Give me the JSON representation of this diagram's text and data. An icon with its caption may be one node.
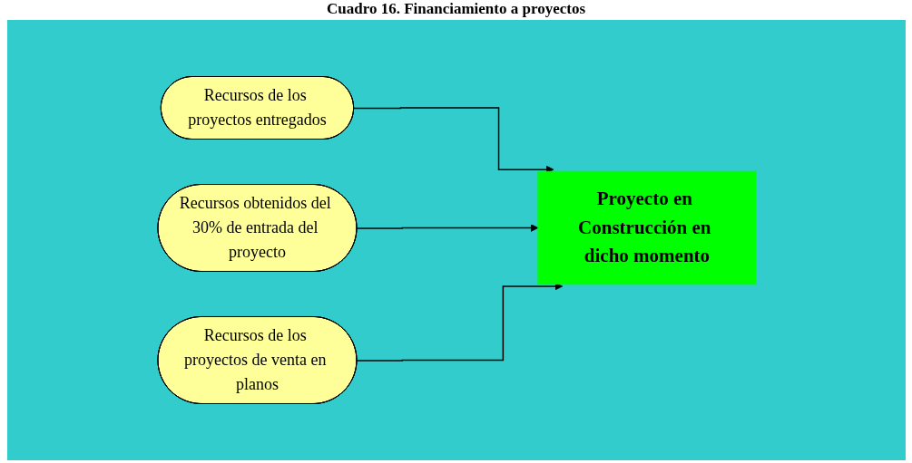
{
  "diagram": {
    "title": "Cuadro 16. Financiamiento a proyectos",
    "nodes": [
      {
        "text": [
          "Recursos de los proyectos entregados"
        ]
      },
      {
        "text": [
          "Recursos obtenidos del 30% de entrada del proyecto"
        ]
      },
      {
        "text": [
          "Recursos de los proyectos de venta en planos"
        ]
      },
      {
        "text": [
          "Proyecto en Construcción en dicho momento"
        ]
      }
    ],
    "edges": [
      {
        "from": 0,
        "to": 3,
        "arrow": "to"
      },
      {
        "from": 1,
        "to": 3,
        "arrow": "to"
      },
      {
        "from": 2,
        "to": 3,
        "arrow": "to"
      }
    ]
  }
}
